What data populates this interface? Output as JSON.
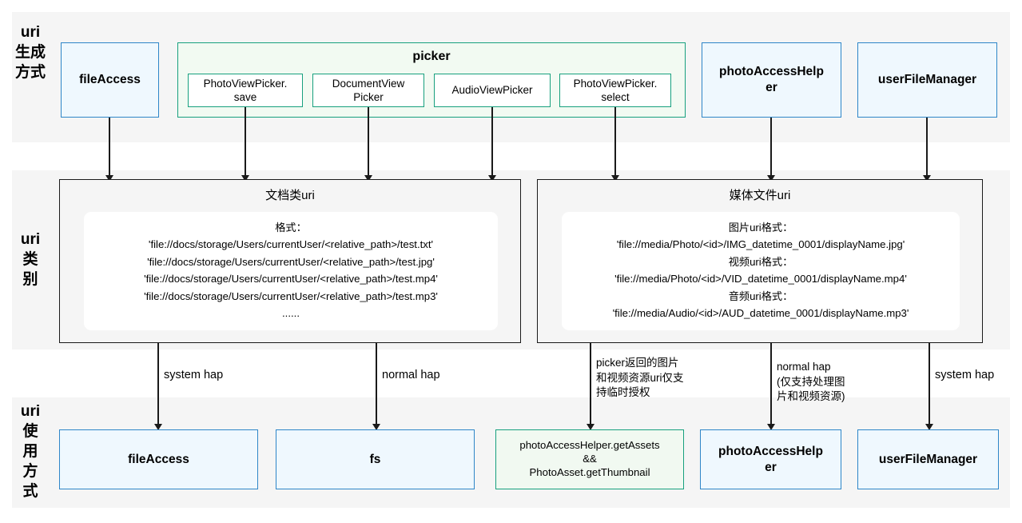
{
  "rows": [
    {
      "id": "generate",
      "label": "uri\n生成\n方式"
    },
    {
      "id": "category",
      "label": "uri\n类\n别"
    },
    {
      "id": "usage",
      "label": "uri\n使\n用\n方\n式"
    }
  ],
  "generation": {
    "file_access": "fileAccess",
    "picker": {
      "title": "picker",
      "items": [
        "PhotoViewPicker.\nsave",
        "DocumentView\nPicker",
        "AudioViewPicker",
        "PhotoViewPicker.\nselect"
      ]
    },
    "photo_access_helper": "photoAccessHelp\ner",
    "user_file_manager": "userFileManager"
  },
  "category": {
    "document": {
      "title": "文档类uri",
      "body": "格式：\n'file://docs/storage/Users/currentUser/<relative_path>/test.txt'\n'file://docs/storage/Users/currentUser/<relative_path>/test.jpg'\n'file://docs/storage/Users/currentUser/<relative_path>/test.mp4'\n'file://docs/storage/Users/currentUser/<relative_path>/test.mp3'\n......"
    },
    "media": {
      "title": "媒体文件uri",
      "body": "图片uri格式：\n'file://media/Photo/<id>/IMG_datetime_0001/displayName.jpg'\n视频uri格式：\n'file://media/Photo/<id>/VID_datetime_0001/displayName.mp4'\n音频uri格式：\n'file://media/Audio/<id>/AUD_datetime_0001/displayName.mp3'"
    }
  },
  "edge_labels": {
    "system_hap_left": "system hap",
    "normal_hap_left": "normal hap",
    "picker_temp_auth": "picker返回的图片\n和视频资源uri仅支\n持临时授权",
    "normal_hap_media": "normal hap\n(仅支持处理图\n片和视频资源)",
    "system_hap_right": "system hap"
  },
  "usage": {
    "file_access": "fileAccess",
    "fs": "fs",
    "photo_assets": "photoAccessHelper.getAssets\n&&\nPhotoAsset.getThumbnail",
    "photo_access_helper": "photoAccessHelp\ner",
    "user_file_manager": "userFileManager"
  },
  "colors": {
    "band_background": "#f5f5f5",
    "blue_fill": "#eff8fe",
    "blue_border": "#2e86c8",
    "green_fill": "#f1f9f1",
    "green_border": "#17a07e",
    "connector": "#1a1a1a",
    "page_background": "#ffffff"
  }
}
